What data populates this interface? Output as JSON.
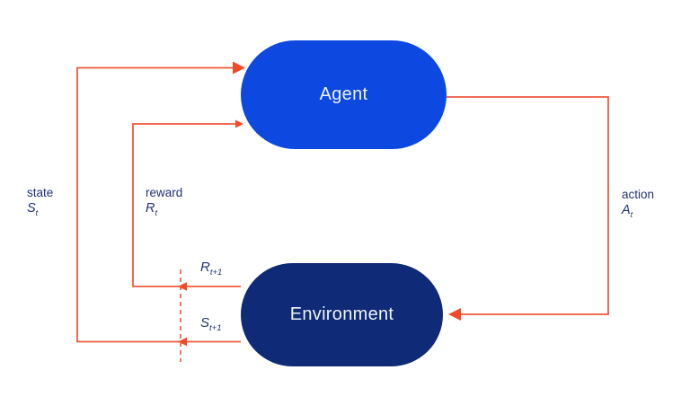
{
  "diagram": {
    "nodes": {
      "agent": {
        "label": "Agent"
      },
      "environment": {
        "label": "Environment"
      }
    },
    "labels": {
      "state": {
        "word": "state",
        "symbol": "S",
        "subscript": "t"
      },
      "reward": {
        "word": "reward",
        "symbol": "R",
        "subscript": "t"
      },
      "action": {
        "word": "action",
        "symbol": "A",
        "subscript": "t"
      },
      "next_reward": {
        "symbol": "R",
        "subscript": "t+1"
      },
      "next_state": {
        "symbol": "S",
        "subscript": "t+1"
      }
    },
    "colors": {
      "agent_fill": "#0d49e0",
      "environment_fill": "#0f2a76",
      "arrow_line": "#ed5a3d",
      "arrow_head": "#f04a28",
      "label_text": "#223377",
      "node_text": "#eef3fc",
      "background": "#ffffff"
    }
  }
}
